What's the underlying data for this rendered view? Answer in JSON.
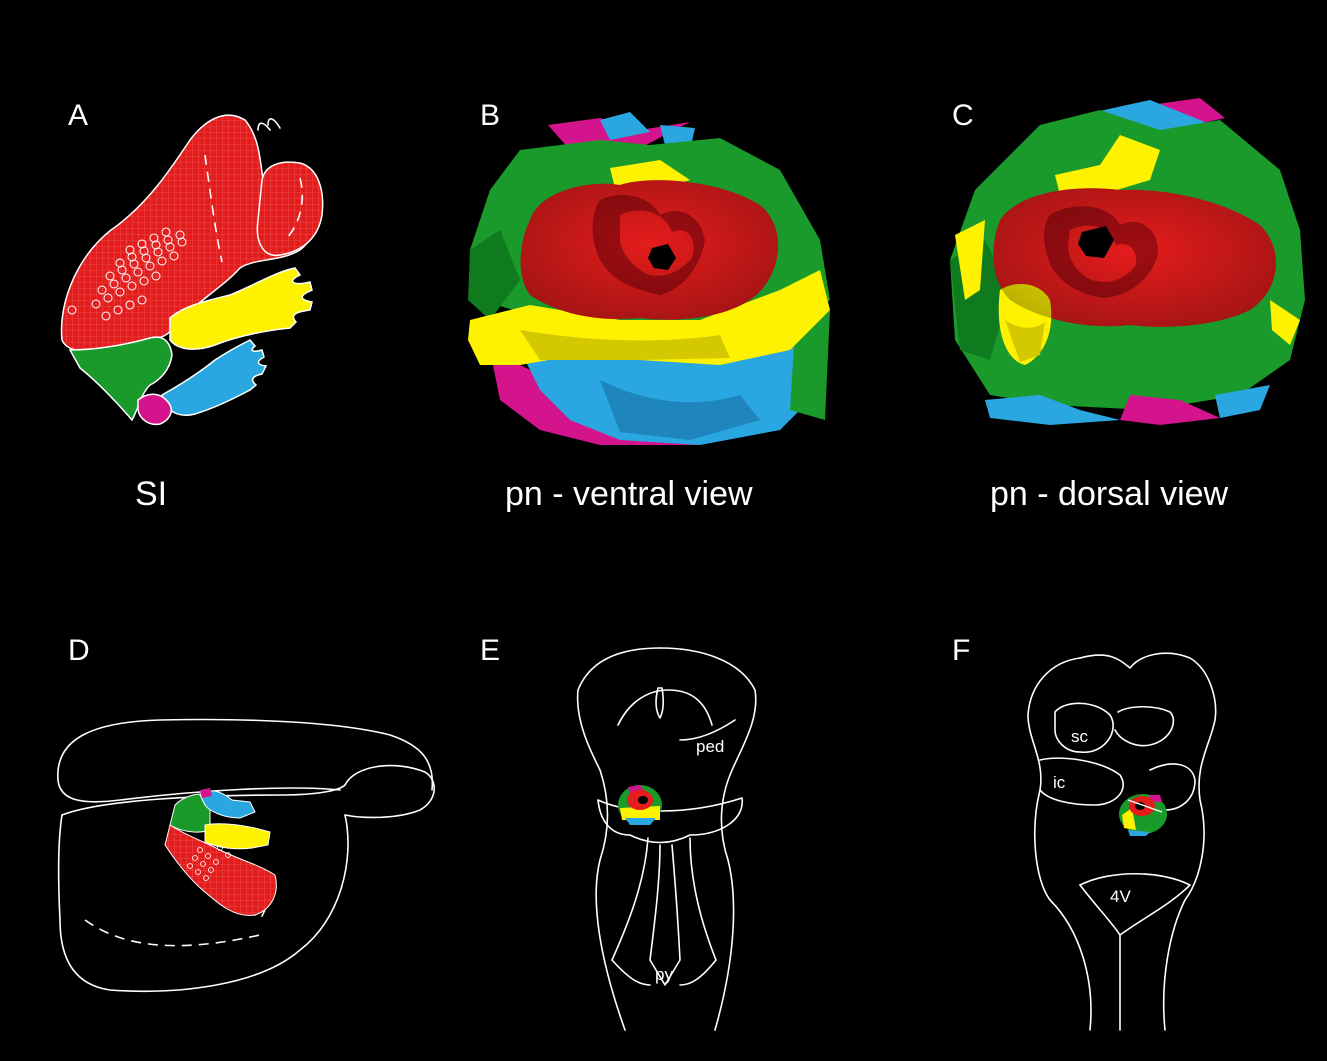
{
  "colors": {
    "background": "#000000",
    "red": "#e51c1c",
    "dark_red": "#a00d12",
    "yellow": "#fff200",
    "green": "#1a9a2a",
    "blue": "#2aa7e0",
    "magenta": "#d4148c",
    "line": "#ffffff"
  },
  "panels": {
    "a": {
      "letter": "A",
      "caption": "SI"
    },
    "b": {
      "letter": "B",
      "caption": "pn - ventral view"
    },
    "c": {
      "letter": "C",
      "caption": "pn - dorsal view"
    },
    "d": {
      "letter": "D"
    },
    "e": {
      "letter": "E",
      "labels": {
        "ped": "ped",
        "py": "py"
      }
    },
    "f": {
      "letter": "F",
      "labels": {
        "sc": "sc",
        "ic": "ic",
        "fourth_ventricle": "4V"
      }
    }
  }
}
